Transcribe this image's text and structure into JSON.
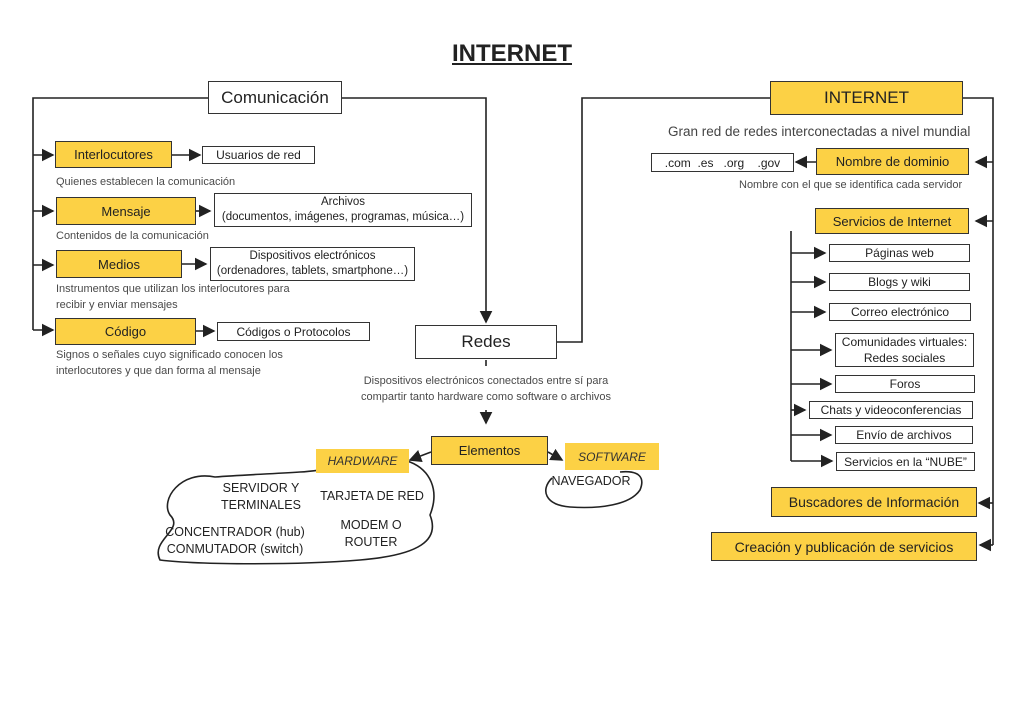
{
  "title": "INTERNET",
  "left": {
    "root": "Comunicación",
    "items": [
      {
        "label": "Interlocutores",
        "target": "Usuarios de red",
        "note": "Quienes establecen la comunicación"
      },
      {
        "label": "Mensaje",
        "target_line1": "Archivos",
        "target_line2": "(documentos, imágenes, programas, música…)",
        "note": "Contenidos de la comunicación"
      },
      {
        "label": "Medios",
        "target_line1": "Dispositivos electrónicos",
        "target_line2": "(ordenadores, tablets, smartphone…)",
        "note_line1": "Instrumentos que utilizan los interlocutores para",
        "note_line2": "recibir y enviar mensajes"
      },
      {
        "label": "Código",
        "target": "Códigos o Protocolos",
        "note_line1": "Signos o señales cuyo significado conocen los",
        "note_line2": "interlocutores y que dan forma al mensaje"
      }
    ]
  },
  "center": {
    "redes": "Redes",
    "redes_note_line1": "Dispositivos electrónicos conectados entre sí para",
    "redes_note_line2": "compartir  tanto hardware como software o archivos",
    "elementos": "Elementos",
    "hardware": "HARDWARE",
    "software": "SOFTWARE",
    "hw_items": {
      "servidor_1": "SERVIDOR Y",
      "servidor_2": "TERMINALES",
      "tarjeta": "TARJETA DE RED",
      "modem_1": "MODEM O",
      "modem_2": "ROUTER",
      "conc_1": "CONCENTRADOR (hub)",
      "conc_2": "CONMUTADOR (switch)"
    },
    "sw_items": {
      "navegador": "NAVEGADOR"
    }
  },
  "right": {
    "root": "INTERNET",
    "description": "Gran red de redes interconectadas a nivel mundial",
    "dominio": "Nombre de dominio",
    "dominio_examples": ".com  .es   .org    .gov",
    "dominio_note": "Nombre con el que se identifica cada servidor",
    "servicios": "Servicios de Internet",
    "services": [
      "Páginas web",
      "Blogs y wiki",
      "Correo electrónico",
      "Comunidades virtuales:",
      "Redes sociales",
      "Foros",
      "Chats y videoconferencias",
      "Envío de archivos",
      "Servicios en la “NUBE”"
    ],
    "buscadores": "Buscadores de Información",
    "creacion": "Creación y publicación de servicios"
  },
  "colors": {
    "accent": "#fcd145",
    "line": "#222222"
  }
}
